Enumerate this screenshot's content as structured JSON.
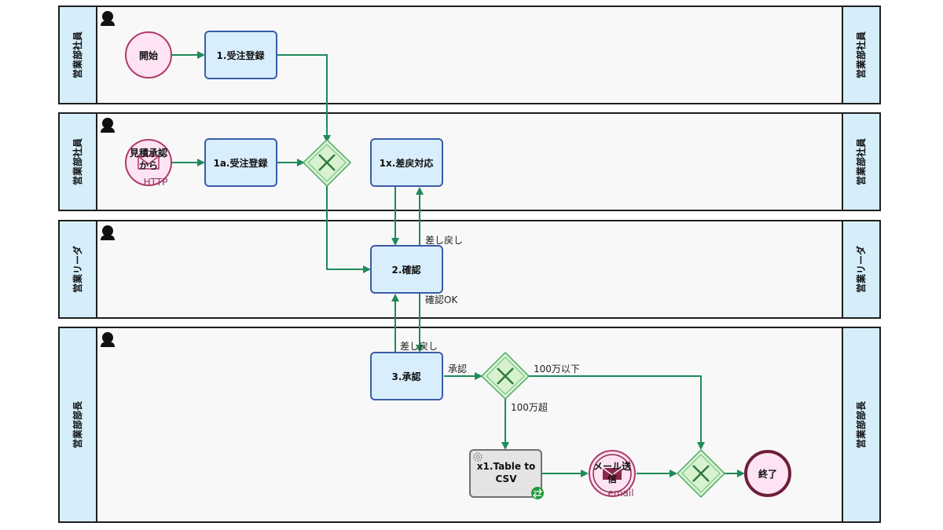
{
  "lanes": [
    {
      "title": "営業部社員"
    },
    {
      "title": "営業部社員"
    },
    {
      "title": "営業リーダ"
    },
    {
      "title": "営業部部長"
    }
  ],
  "nodes": {
    "start": {
      "label": "開始"
    },
    "http_start": {
      "label_line1": "見積承認",
      "label_line2": "から",
      "sub": "HTTP"
    },
    "task1": {
      "label": "1.受注登録"
    },
    "task1a": {
      "label": "1a.受注登録"
    },
    "task1x": {
      "label": "1x.差戻対応"
    },
    "task2": {
      "label": "2.確認"
    },
    "task3": {
      "label": "3.承認"
    },
    "taskx1": {
      "label_line1": "x1.Table to",
      "label_line2": "CSV"
    },
    "mail": {
      "label_line1": "メール送",
      "label_line2": "信",
      "sub": "email"
    },
    "end": {
      "label": "終了"
    }
  },
  "flow_labels": {
    "return_1": "差し戻し",
    "confirm_ok": "確認OK",
    "return_2": "差し戻し",
    "approve": "承認",
    "under_1m": "100万以下",
    "over_1m": "100万超"
  },
  "colors": {
    "lane_header": "#d6eefa",
    "task_fill": "#d9eefc",
    "task_stroke": "#3a5da8",
    "flow": "#1f8a5a",
    "gateway_fill": "#d8f2d0",
    "event_fill": "#fde3f3"
  }
}
